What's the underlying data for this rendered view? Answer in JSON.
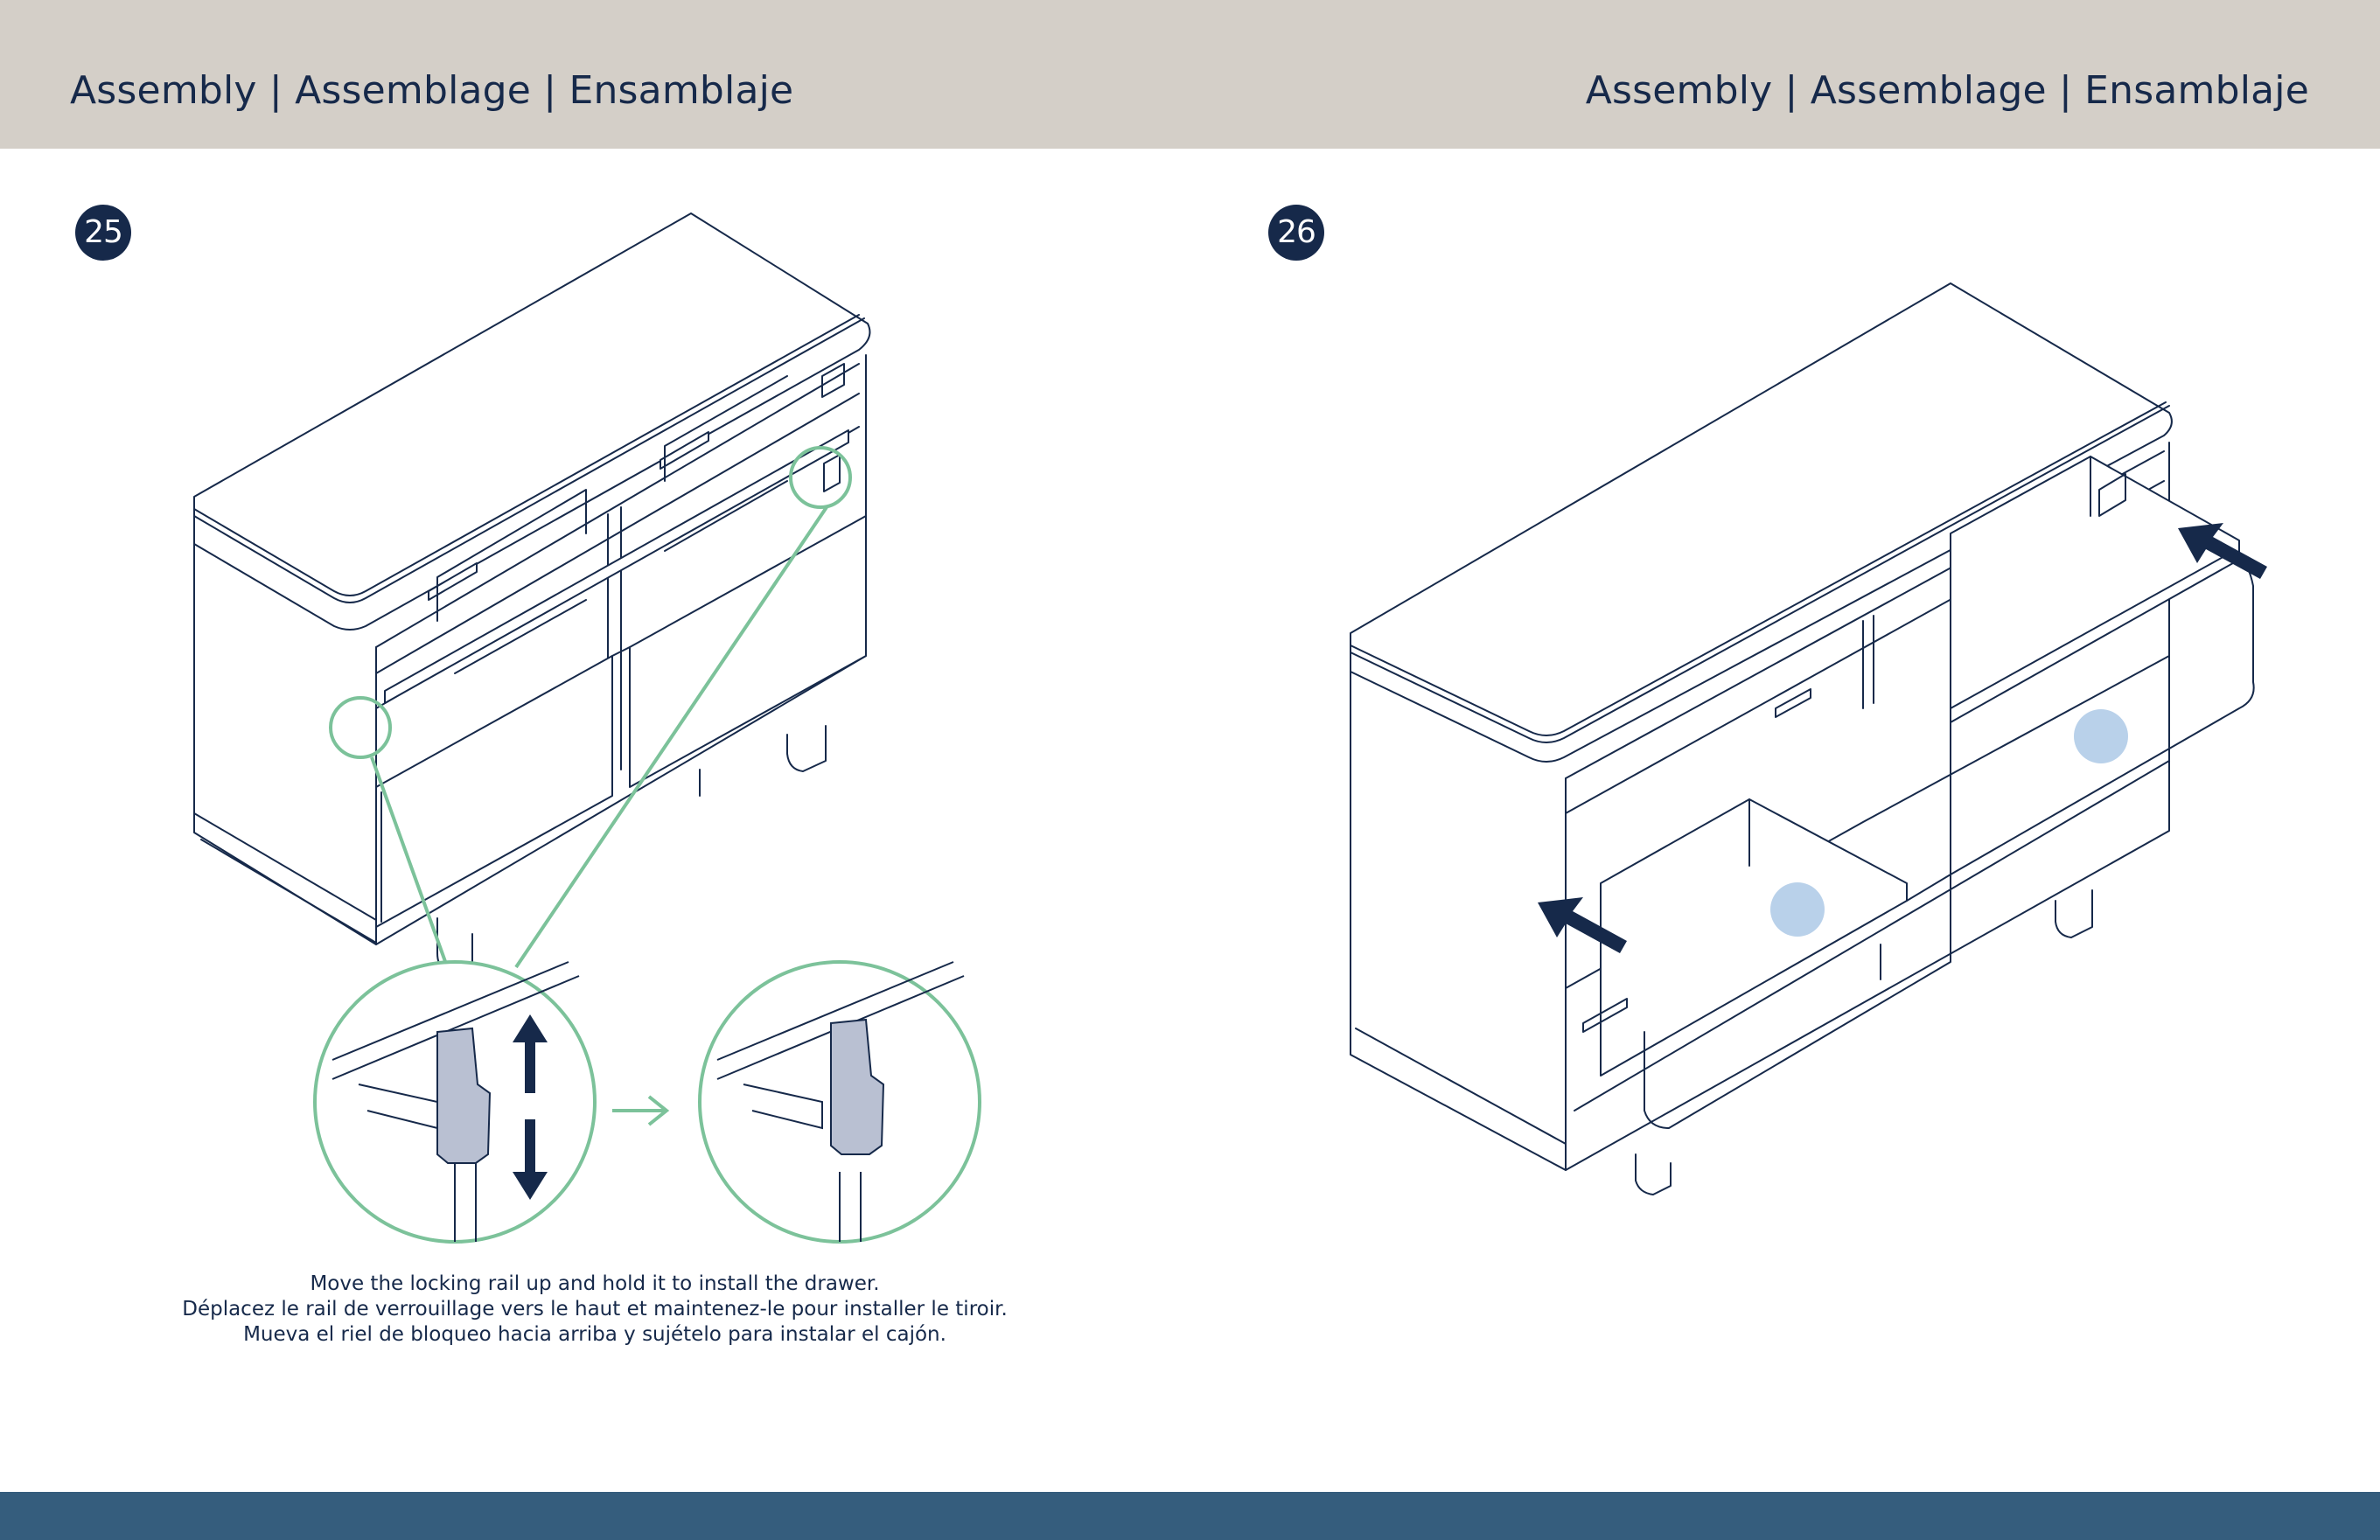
{
  "header": {
    "left_title": "Assembly | Assemblage | Ensamblaje",
    "right_title": "Assembly | Assemblage | Ensamblaje"
  },
  "steps": [
    {
      "number": "25",
      "instructions": [
        "Move the locking rail up and hold it to install the drawer.",
        "Déplacez le rail de verrouillage vers le haut et maintenez-le pour installer le tiroir.",
        "Mueva el riel de bloqueo hacia arriba y sujételo para instalar el cajón."
      ]
    },
    {
      "number": "26"
    }
  ],
  "colors": {
    "header_bg": "#d4cfc8",
    "footer_bg": "#355d7d",
    "ink": "#16294a",
    "callout_green": "#7cc29a",
    "touch_point_blue": "#b9d1ea"
  }
}
